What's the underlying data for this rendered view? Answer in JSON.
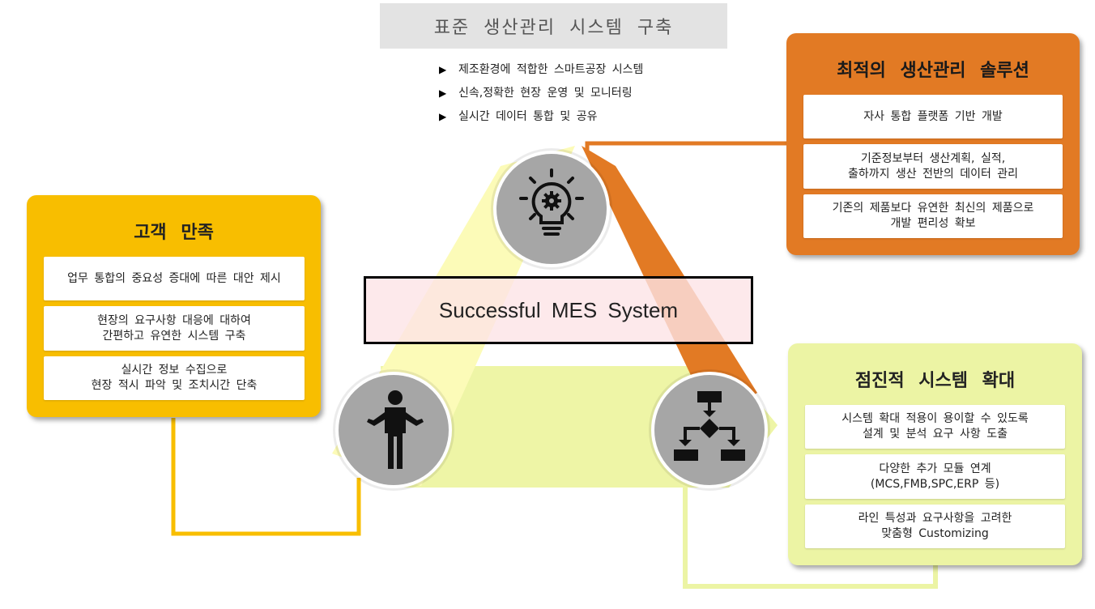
{
  "header": {
    "title": "표준 생산관리 시스템 구축",
    "bullets": [
      "제조환경에 적합한 스마트공장 시스템",
      "신속,정확한 현장 운영 및 모니터링",
      "실시간 데이터 통합 및 공유"
    ]
  },
  "center": {
    "label": "Successful MES System"
  },
  "left_panel": {
    "title": "고객 만족",
    "items": [
      [
        "업무 통합의 중요성 증대에 따른 대안 제시"
      ],
      [
        "현장의 요구사항 대응에 대하여",
        "간편하고 유연한 시스템 구축"
      ],
      [
        "실시간 정보 수집으로",
        "현장 적시 파악 및 조치시간 단축"
      ]
    ]
  },
  "right_top_panel": {
    "title": "최적의 생산관리 솔루션",
    "items": [
      [
        "자사 통합 플랫폼 기반 개발"
      ],
      [
        "기준정보부터 생산계획, 실적,",
        "출하까지 생산 전반의 데이터 관리"
      ],
      [
        "기존의 제품보다 유연한 최신의 제품으로",
        "개발 편리성 확보"
      ]
    ]
  },
  "right_bottom_panel": {
    "title": "점진적 시스템 확대",
    "items": [
      [
        "시스템 확대 적용이 용이할 수 있도록",
        "설계 및 분석 요구 사항 도출"
      ],
      [
        "다양한 추가 모듈 연계",
        "(MCS,FMB,SPC,ERP 등)"
      ],
      [
        "라인 특성과 요구사항을 고려한",
        "맞춤형 Customizing"
      ]
    ]
  },
  "icons": {
    "top": "lightbulb-gear-icon",
    "left": "person-icon",
    "right": "flowchart-icon",
    "bullet": "triangle-right-icon"
  },
  "colors": {
    "yellow": "#f8be00",
    "orange": "#e27a24",
    "lime": "#ecf4a4",
    "circle_gray": "#a6a6a6",
    "banner_gray": "#e3e3e3"
  }
}
